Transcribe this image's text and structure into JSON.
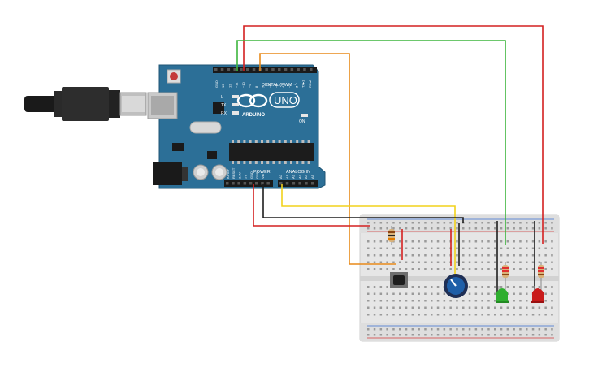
{
  "board": {
    "brand": "ARDUINO",
    "model": "UNO",
    "digital_header_label": "DIGITAL (PWM ~)",
    "power_label": "POWER",
    "analog_label": "ANALOG IN",
    "digital_pins": [
      "GND",
      "13",
      "12",
      "~11",
      "~10",
      "~9",
      "8",
      "7",
      "~6",
      "~5",
      "4",
      "~3",
      "2",
      "TX▸1",
      "RX◂0"
    ],
    "power_pins": [
      "IOREF",
      "RESET",
      "3.3V",
      "5V",
      "GND",
      "GND",
      "Vin"
    ],
    "analog_pins": [
      "A0",
      "A1",
      "A2",
      "A3",
      "A4",
      "A5"
    ],
    "leds": [
      "L",
      "TX",
      "RX"
    ],
    "on_label": "ON"
  },
  "colors": {
    "board": "#2c6f97",
    "wire_red": "#d42020",
    "wire_black": "#1e1e1e",
    "wire_green": "#3db53d",
    "wire_orange": "#e88a1a",
    "wire_yellow": "#f2d21c",
    "led_green": "#2fae2f",
    "led_red": "#c91b1b",
    "pot_knob": "#1f5fa8",
    "breadboard": "#e6e6e6"
  },
  "components": {
    "usb_cable": "usb-cable",
    "pushbutton": "pushbutton",
    "potentiometer": "potentiometer",
    "resistors": 3,
    "leds": [
      "green",
      "red"
    ]
  }
}
